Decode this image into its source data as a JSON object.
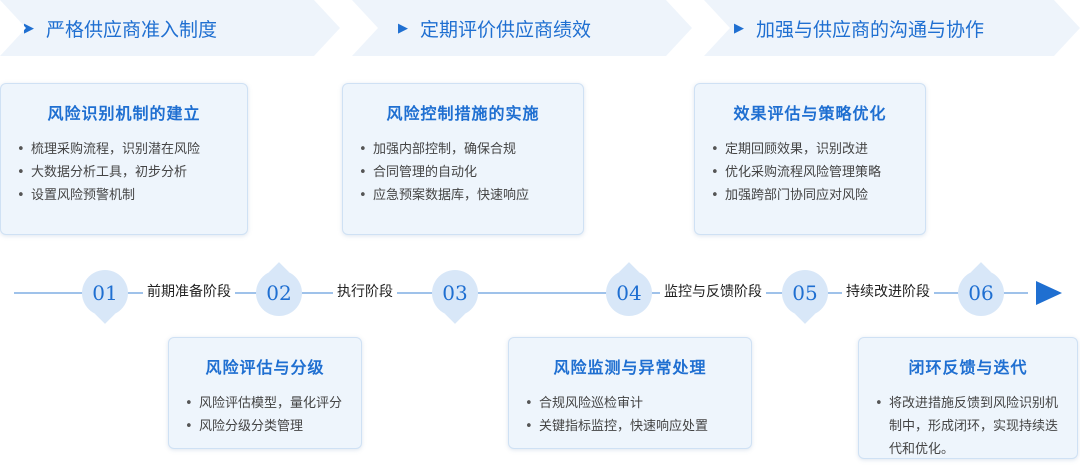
{
  "banners": [
    {
      "label": "严格供应商准入制度"
    },
    {
      "label": "定期评价供应商绩效"
    },
    {
      "label": "加强与供应商的沟通与协作"
    }
  ],
  "cards": {
    "c01": {
      "title": "风险识别机制的建立",
      "items": [
        "梳理采购流程，识别潜在风险",
        "大数据分析工具，初步分析",
        "设置风险预警机制"
      ]
    },
    "c02": {
      "title": "风险评估与分级",
      "items": [
        "风险评估模型，量化评分",
        "风险分级分类管理"
      ]
    },
    "c03": {
      "title": "风险控制措施的实施",
      "items": [
        "加强内部控制，确保合规",
        "合同管理的自动化",
        "应急预案数据库，快速响应"
      ]
    },
    "c04": {
      "title": "风险监测与异常处理",
      "items": [
        "合规风险巡检审计",
        "关键指标监控，快速响应处置"
      ]
    },
    "c05": {
      "title": "效果评估与策略优化",
      "items": [
        "定期回顾效果，识别改进",
        "优化采购流程风险管理策略",
        "加强跨部门协同应对风险"
      ]
    },
    "c06": {
      "title": "闭环反馈与迭代",
      "items": [
        "将改进措施反馈到风险识别机制中，形成闭环，实现持续迭代和优化。"
      ]
    }
  },
  "nodes": [
    "01",
    "02",
    "03",
    "04",
    "05",
    "06"
  ],
  "stages": [
    "前期准备阶段",
    "执行阶段",
    "监控与反馈阶段",
    "持续改进阶段"
  ]
}
